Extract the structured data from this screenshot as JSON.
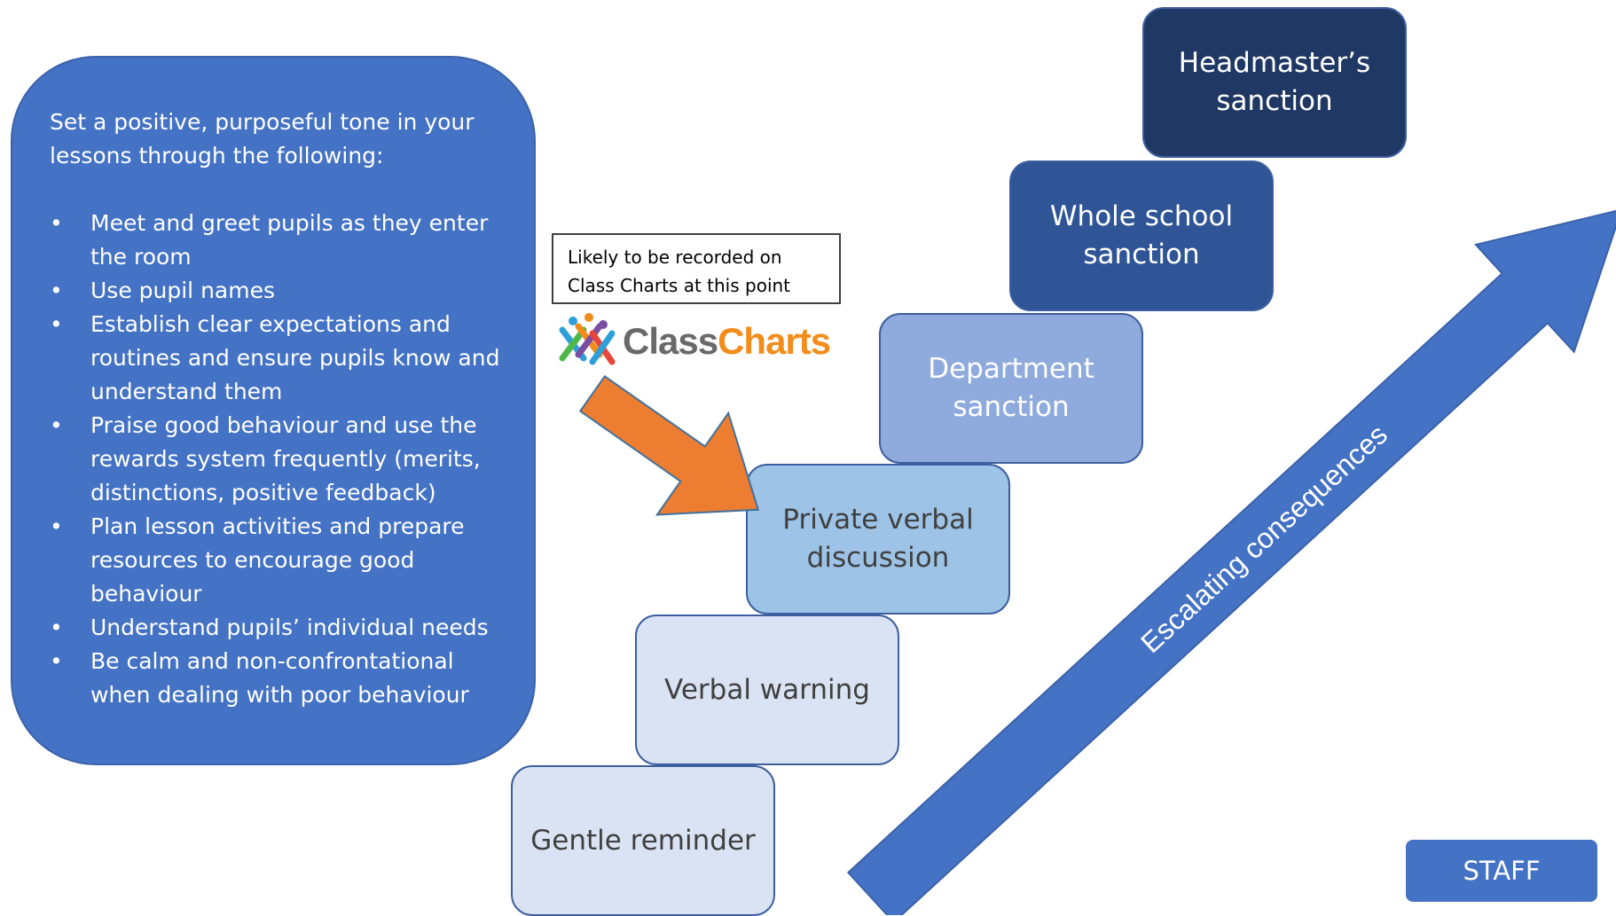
{
  "intro": {
    "text": "Set a positive, purposeful tone in your\nlessons through the following:",
    "tips": [
      "Meet and greet pupils as they enter the room",
      "Use pupil names",
      "Establish clear expectations and routines and ensure pupils know and understand them",
      "Praise good behaviour and use the rewards system frequently (merits, distinctions, positive feedback)",
      "Plan lesson activities and prepare resources to encourage good behaviour",
      "Understand pupils’ individual needs",
      "Be calm and non-confrontational when dealing with poor behaviour"
    ]
  },
  "callout": {
    "text": "Likely to be recorded on\nClass Charts at this point"
  },
  "logo": {
    "class_text": "Class",
    "charts_text": "Charts"
  },
  "steps": [
    {
      "label": "Gentle reminder",
      "fill": "#dae3f3",
      "color": "#404040"
    },
    {
      "label": "Verbal warning",
      "fill": "#dae3f3",
      "color": "#404040"
    },
    {
      "label": "Private verbal\ndiscussion",
      "fill": "#9dc3e6",
      "color": "#404040"
    },
    {
      "label": "Department\nsanction",
      "fill": "#8faadc",
      "color": "#ffffff"
    },
    {
      "label": "Whole school\nsanction",
      "fill": "#2f5597",
      "color": "#ffffff"
    },
    {
      "label": "Headmaster’s\nsanction",
      "fill": "#203864",
      "color": "#ffffff"
    }
  ],
  "arrow_label": "Escalating consequences",
  "staff_button": {
    "label": "STAFF"
  },
  "colors": {
    "blue": "#4472c4",
    "orange": "#ed7d31",
    "dark_navy": "#203864"
  }
}
